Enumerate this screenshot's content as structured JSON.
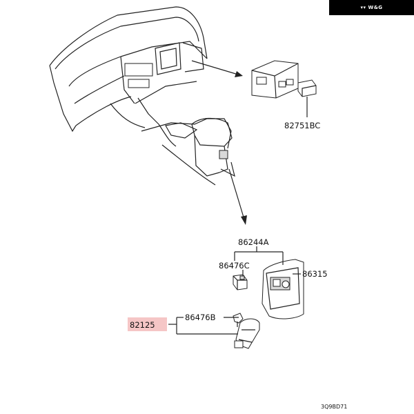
{
  "brand": {
    "logo_text": "W&G"
  },
  "parts": [
    {
      "id": "p1",
      "number": "82751BC"
    },
    {
      "id": "p2",
      "number": "86244A"
    },
    {
      "id": "p3",
      "number": "86476C"
    },
    {
      "id": "p4",
      "number": "86315"
    },
    {
      "id": "p5",
      "number": "86476B"
    },
    {
      "id": "p6",
      "number": "82125",
      "highlighted": true
    }
  ],
  "diagram_ref": "3Q9BD71",
  "colors": {
    "highlight": "#f5c6c6",
    "ink": "#222222",
    "brand_bg": "#000000"
  }
}
